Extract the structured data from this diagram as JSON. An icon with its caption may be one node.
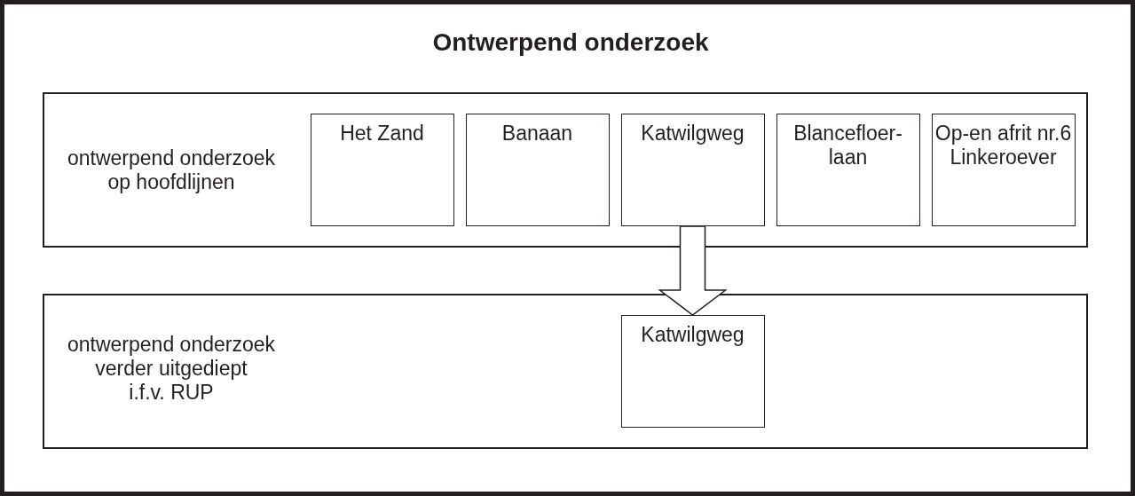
{
  "diagram": {
    "title": "Ontwerpend onderzoek",
    "nodes": [
      {
        "text": [
          "ontwerpend onderzoek op hoofdlijnen"
        ]
      },
      {
        "text": [
          "Het Zand"
        ],
        "in": 0
      },
      {
        "text": [
          "Banaan"
        ],
        "in": 0
      },
      {
        "text": [
          "Katwilgweg"
        ],
        "in": 0
      },
      {
        "text": [
          "Blancefloer- laan"
        ],
        "in": 0
      },
      {
        "text": [
          "Op-en afrit nr.6 Linkeroever"
        ],
        "in": 0
      },
      {
        "text": [
          "ontwerpend onderzoek verder uitgediept i.f.v. RUP"
        ]
      },
      {
        "text": [
          "Katwilgweg"
        ],
        "in": 6
      }
    ],
    "edges": [
      {
        "from": 3,
        "to": 7,
        "arrow": "to"
      }
    ]
  }
}
